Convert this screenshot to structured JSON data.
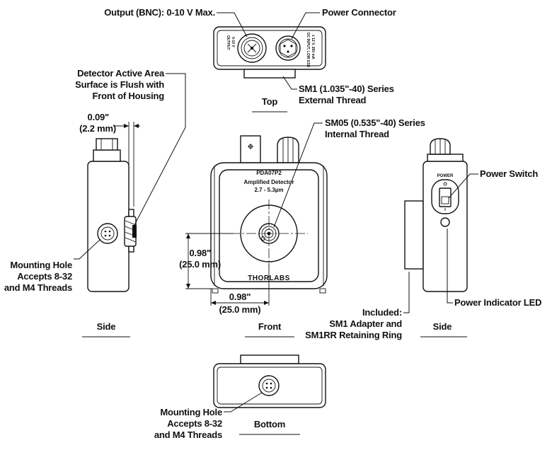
{
  "callouts": {
    "output_bnc": "Output (BNC): 0-10 V Max.",
    "power_connector": "Power Connector",
    "sm1_thread_l1": "SM1 (1.035\"-40) Series",
    "sm1_thread_l2": "External Thread",
    "detector_area_l1": "Detector Active Area",
    "detector_area_l2": "Surface is Flush with",
    "detector_area_l3": "Front of Housing",
    "sm05_thread_l1": "SM05 (0.535\"-40) Series",
    "sm05_thread_l2": "Internal Thread",
    "power_switch": "Power Switch",
    "mount_side_l1": "Mounting Hole",
    "mount_side_l2": "Accepts 8-32",
    "mount_side_l3": "and M4 Threads",
    "power_led": "Power Indicator LED",
    "included_l1": "Included:",
    "included_l2": "SM1 Adapter and",
    "included_l3": "SM1RR Retaining Ring",
    "mount_bottom_l1": "Mounting Hole",
    "mount_bottom_l2": "Accepts 8-32",
    "mount_bottom_l3": "and M4 Threads"
  },
  "dimensions": {
    "flush_offset_in": "0.09\"",
    "flush_offset_mm": "(2.2 mm)",
    "vertical_in": "0.98\"",
    "vertical_mm": "(25.0 mm)",
    "horizontal_in": "0.98\"",
    "horizontal_mm": "(25.0 mm)"
  },
  "views": {
    "top": "Top",
    "side_left": "Side",
    "front": "Front",
    "side_right": "Side",
    "bottom": "Bottom"
  },
  "device": {
    "model": "PDA07P2",
    "name": "Amplified Detector",
    "range": "2.7 - 5.3µm",
    "brand": "THORLABS",
    "power_label": "POWER",
    "switch_on": "I",
    "switch_off": "O",
    "output_label_1": "OUTPUT",
    "output_label_2": "0-10 V",
    "power_in_1": "DC INPUT, LOW ESD",
    "power_in_2": "± 12 V, 250 mA"
  }
}
